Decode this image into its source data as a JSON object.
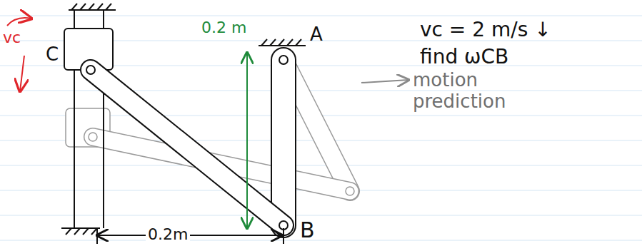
{
  "diagram": {
    "labels": [
      "vc",
      "C",
      "0.2 m",
      "A",
      "B",
      "0.2m",
      "vc = 2 m/s ↓",
      "find ωCB",
      "motion prediction"
    ]
  }
}
